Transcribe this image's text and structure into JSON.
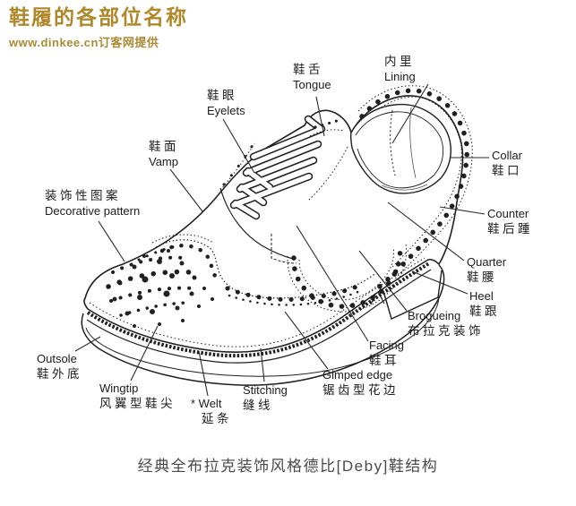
{
  "page": {
    "title": "鞋履的各部位名称",
    "subtitle": "www.dinkee.cn订客网提供",
    "caption": "经典全布拉克装饰风格德比[Deby]鞋结构"
  },
  "colors": {
    "title_gold": "#b0882a",
    "ink": "#1f1f1f",
    "caption_gray": "#4a4a4a",
    "background": "#ffffff"
  },
  "labels": [
    {
      "id": "tongue",
      "zh": "鞋舌",
      "en": "Tongue"
    },
    {
      "id": "lining",
      "zh": "内里",
      "en": "Lining"
    },
    {
      "id": "eyelets",
      "zh": "鞋眼",
      "en": "Eyelets"
    },
    {
      "id": "vamp",
      "zh": "鞋面",
      "en": "Vamp"
    },
    {
      "id": "collar",
      "zh": "鞋口",
      "en": "Collar"
    },
    {
      "id": "decorative-pattern",
      "zh": "装饰性图案",
      "en": "Decorative pattern"
    },
    {
      "id": "counter",
      "zh": "鞋后踵",
      "en": "Counter"
    },
    {
      "id": "quarter",
      "zh": "鞋腰",
      "en": "Quarter"
    },
    {
      "id": "heel",
      "zh": "鞋跟",
      "en": "Heel"
    },
    {
      "id": "brogueing",
      "zh": "布拉克装饰",
      "en": "Brogueing"
    },
    {
      "id": "facing",
      "zh": "鞋耳",
      "en": "Facing"
    },
    {
      "id": "gimped-edge",
      "zh": "锯齿型花边",
      "en": "Gimped edge"
    },
    {
      "id": "stitching",
      "zh": "缝线",
      "en": "Stitching"
    },
    {
      "id": "welt",
      "zh": "延条",
      "en": "* Welt"
    },
    {
      "id": "wingtip",
      "zh": "风翼型鞋尖",
      "en": "Wingtip"
    },
    {
      "id": "outsole",
      "zh": "鞋外底",
      "en": "Outsole"
    }
  ]
}
